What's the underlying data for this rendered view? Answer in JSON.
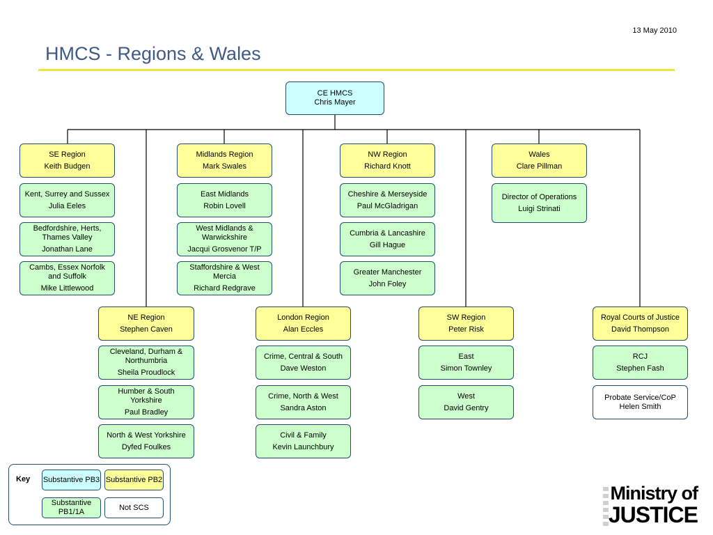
{
  "header": {
    "date": "13 May 2010",
    "title": "HMCS - Regions & Wales"
  },
  "root": {
    "line1": "CE HMCS",
    "line2": "Chris Mayer"
  },
  "top_row": [
    {
      "head": [
        "SE Region",
        "Keith Budgen"
      ],
      "children": [
        [
          "Kent, Surrey and Sussex",
          "Julia Eeles"
        ],
        [
          "Bedfordshire, Herts, Thames Valley",
          "Jonathan Lane"
        ],
        [
          "Cambs, Essex Norfolk and Suffolk",
          "Mike Littlewood"
        ]
      ]
    },
    {
      "head": [
        "Midlands Region",
        "Mark Swales"
      ],
      "children": [
        [
          "East Midlands",
          "Robin Lovell"
        ],
        [
          "West Midlands & Warwickshire",
          "Jacqui Grosvenor T/P"
        ],
        [
          "Staffordshire & West Mercia",
          "Richard Redgrave"
        ]
      ]
    },
    {
      "head": [
        "NW Region",
        "Richard Knott"
      ],
      "children": [
        [
          "Cheshire & Merseyside",
          "Paul McGladrigan"
        ],
        [
          "Cumbria & Lancashire",
          "Gill Hague"
        ],
        [
          "Greater Manchester",
          "John Foley"
        ]
      ]
    },
    {
      "head": [
        "Wales",
        "Clare Pillman"
      ],
      "children": [
        [
          "Director of Operations",
          "Luigi Strinati"
        ]
      ]
    }
  ],
  "bottom_row": [
    {
      "head": [
        "NE Region",
        "Stephen Caven"
      ],
      "children": [
        [
          "Cleveland, Durham & Northumbria",
          "Sheila Proudlock"
        ],
        [
          "Humber & South Yorkshire",
          "Paul Bradley"
        ],
        [
          "North & West Yorkshire",
          "Dyfed Foulkes"
        ]
      ]
    },
    {
      "head": [
        "London Region",
        "Alan Eccles"
      ],
      "children": [
        [
          "Crime, Central & South",
          "Dave Weston"
        ],
        [
          "Crime, North & West",
          "Sandra Aston"
        ],
        [
          "Civil & Family",
          "Kevin Launchbury"
        ]
      ]
    },
    {
      "head": [
        "SW Region",
        "Peter Risk"
      ],
      "children": [
        [
          "East",
          "Simon Townley"
        ],
        [
          "West",
          "David Gentry"
        ]
      ]
    },
    {
      "head": [
        "Royal Courts of Justice",
        "David Thompson"
      ],
      "children": [
        [
          "RCJ",
          "Stephen Fash"
        ],
        [
          "Probate Service/CoP",
          "Helen Smith"
        ]
      ]
    }
  ],
  "key": {
    "label": "Key",
    "items": [
      "Substantive PB3",
      "Substantive PB2",
      "Substantive PB1/1A",
      "Not SCS"
    ]
  },
  "logo": {
    "line1": "Ministry of",
    "line2": "JUSTICE"
  },
  "colors": {
    "pb3": "#ccffff",
    "pb2": "#ffff99",
    "pb1": "#ccffcc",
    "not_scs": "#ffffff",
    "title": "#3f5a86",
    "rule": "#f2e53a"
  }
}
